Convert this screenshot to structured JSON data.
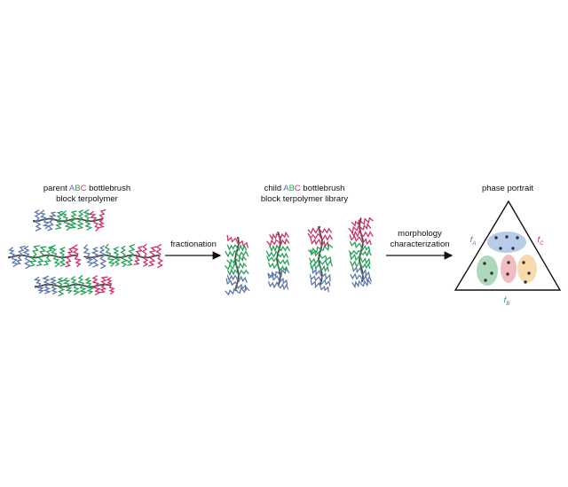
{
  "parent": {
    "title_pre": "parent ",
    "A": "A",
    "B": "B",
    "C": "C",
    "title_post": " bottlebrush",
    "title_line2": "block terpolymer"
  },
  "child": {
    "title_pre": "child ",
    "A": "A",
    "B": "B",
    "C": "C",
    "title_post": " bottlebrush",
    "title_line2": "block terpolymer library"
  },
  "arrow1": {
    "label": "fractionation"
  },
  "arrow2": {
    "label_line1": "morphology",
    "label_line2": "characterization"
  },
  "phase": {
    "title": "phase portrait",
    "fA": "f",
    "fA_sub": "A",
    "fB": "f",
    "fB_sub": "B",
    "fC": "f",
    "fC_sub": "C"
  },
  "colors": {
    "A": "#5d78a8",
    "B": "#2aa05a",
    "C": "#d0306a",
    "backbone": "#4a4a4a",
    "region_blue": "#a9c3e4",
    "region_green": "#9fd1b0",
    "region_red": "#f0b0b8",
    "region_orange": "#f7d39e"
  }
}
